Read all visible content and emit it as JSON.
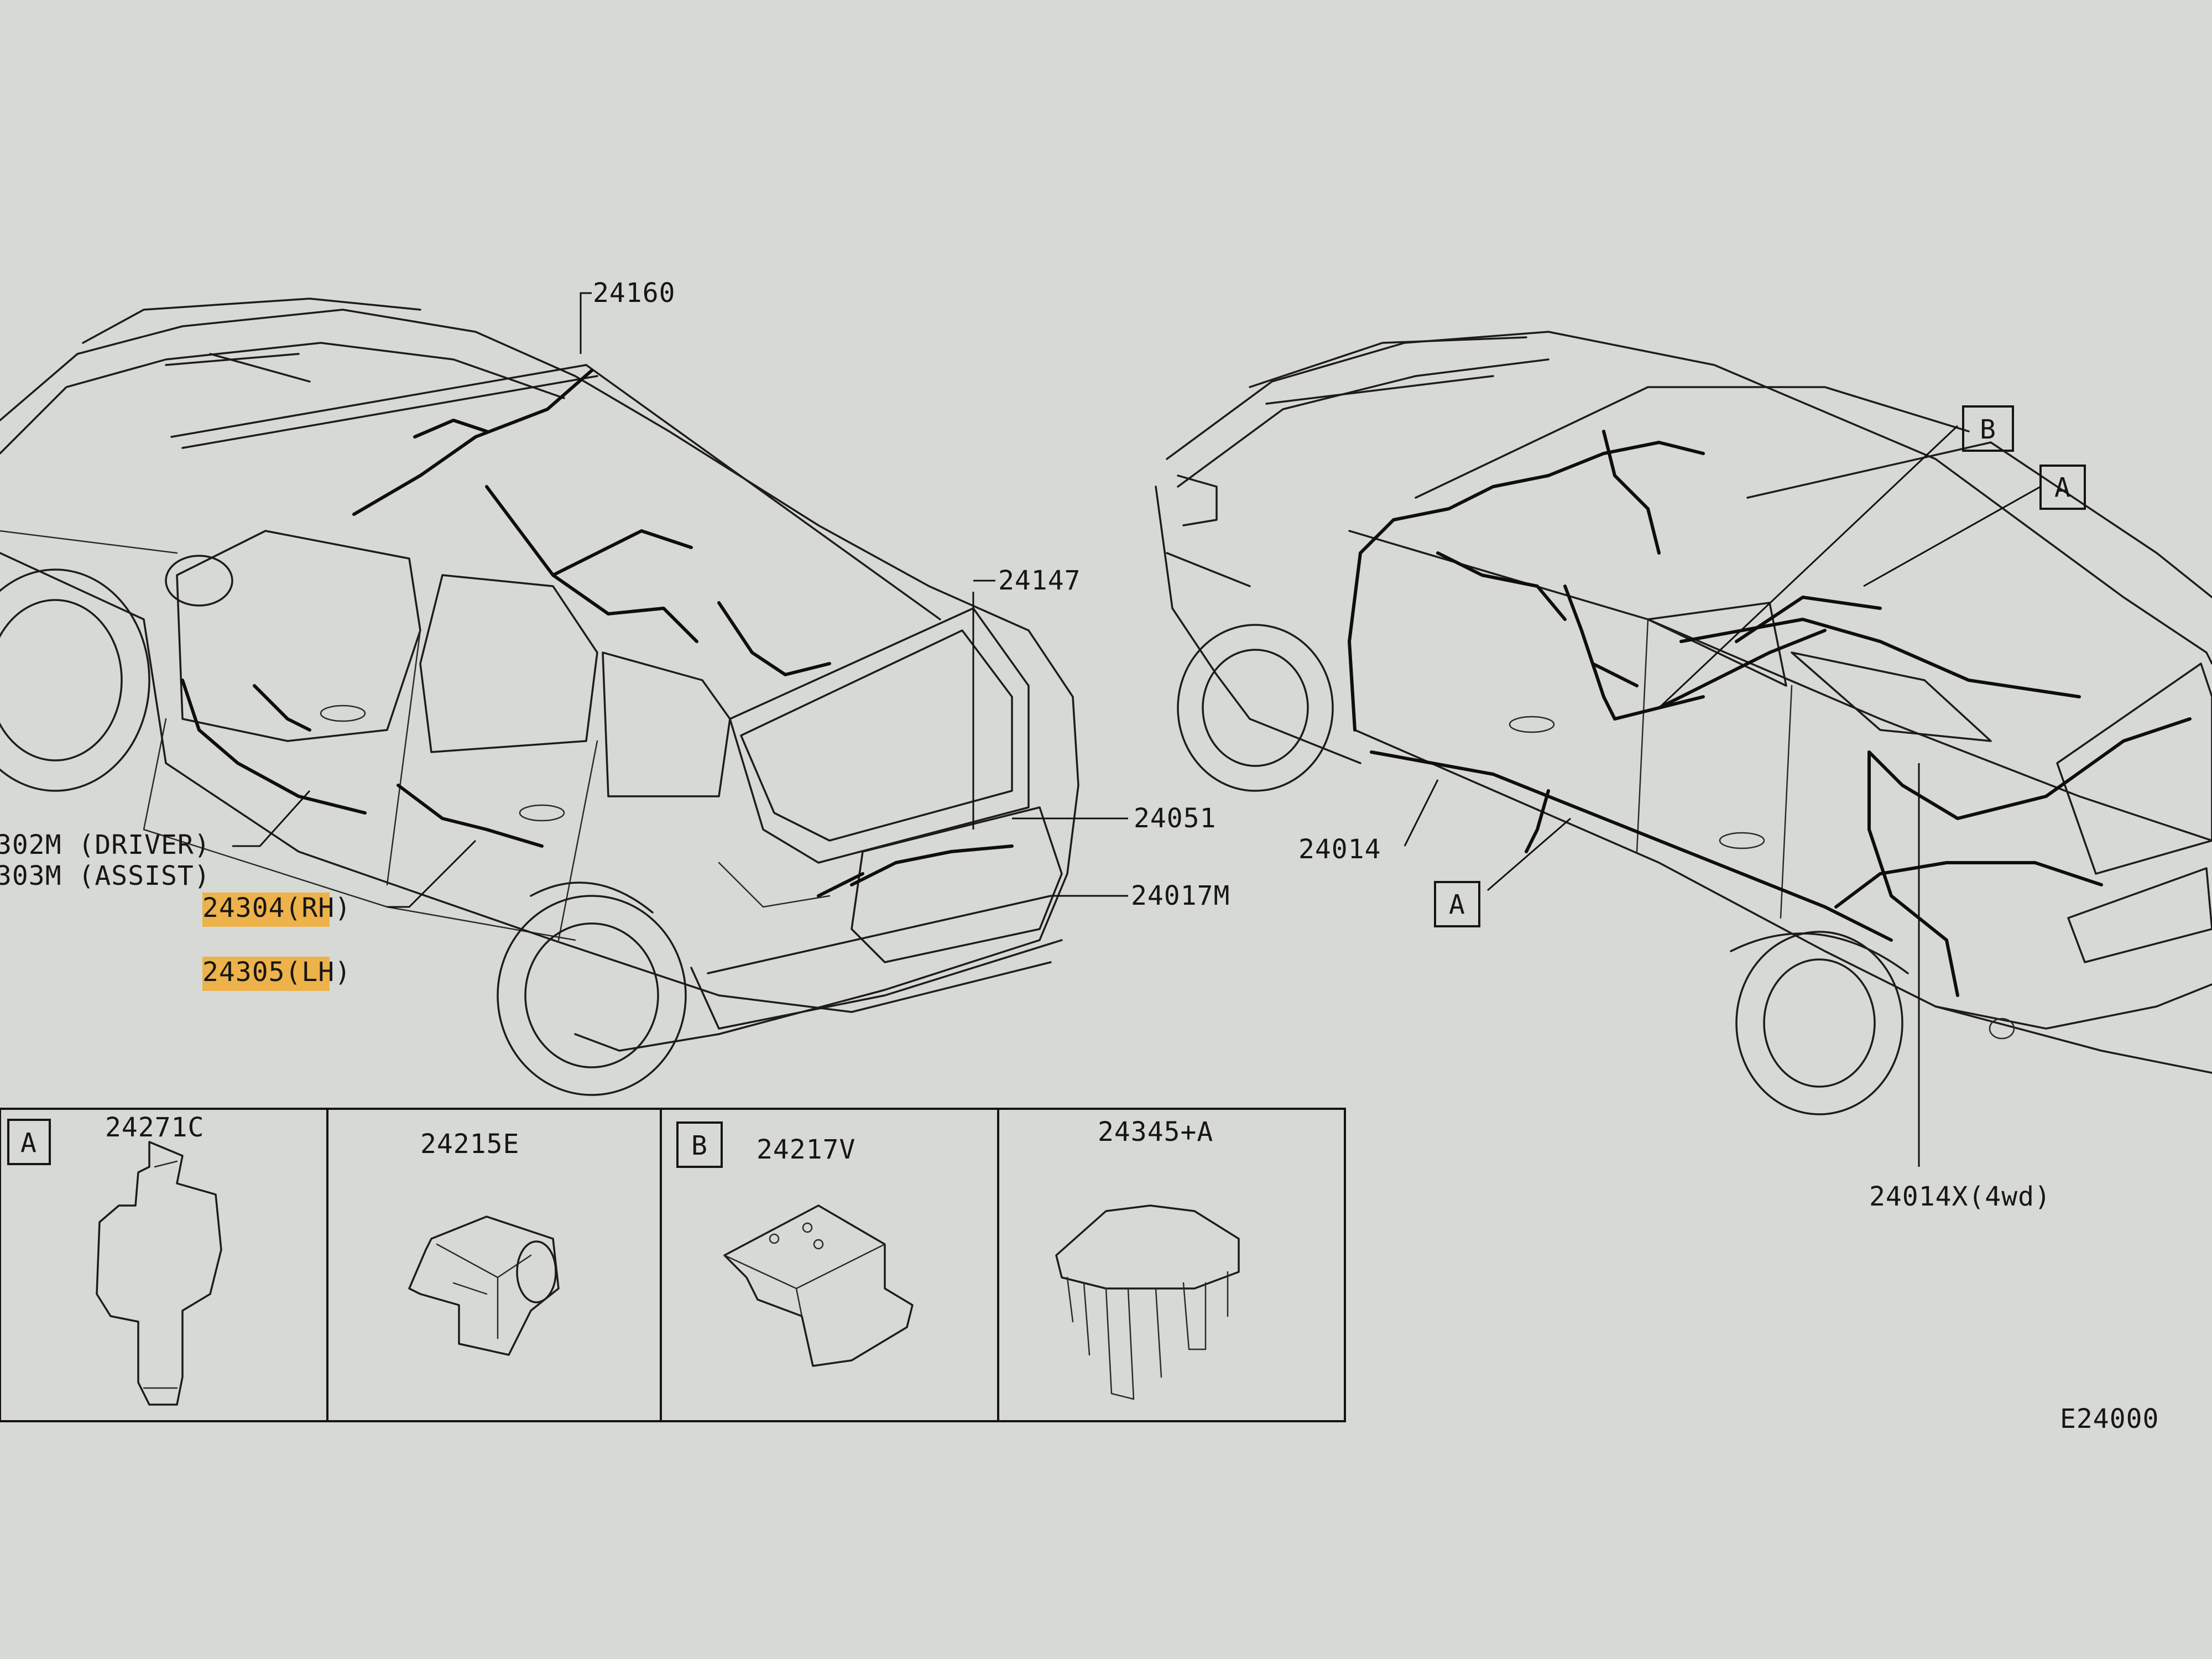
{
  "diagram": {
    "labels": {
      "harness_roof": "24160",
      "harness_back_door": "24147",
      "harness_rear_bumper_lamp": "24051",
      "harness_rear_bumper": "24017M",
      "harness_door_front": "302M (DRIVER)",
      "harness_door_front_assist": "303M (ASSIST)",
      "harness_door_rear_rh": "24304(RH)",
      "harness_door_rear_lh": "24305(LH)",
      "harness_body": "24014",
      "harness_body_4wd": "24014X(4wd)",
      "figure_code": "E24000"
    },
    "callouts": {
      "ref_b": "B",
      "ref_a_top": "A",
      "ref_a_lower": "A"
    },
    "parts_table": [
      {
        "ref": "A",
        "part": "24271C"
      },
      {
        "ref": "",
        "part": "24215E"
      },
      {
        "ref": "B",
        "part": "24217V"
      },
      {
        "ref": "",
        "part": "24345+A"
      }
    ],
    "highlight_color": "#f5a623"
  }
}
